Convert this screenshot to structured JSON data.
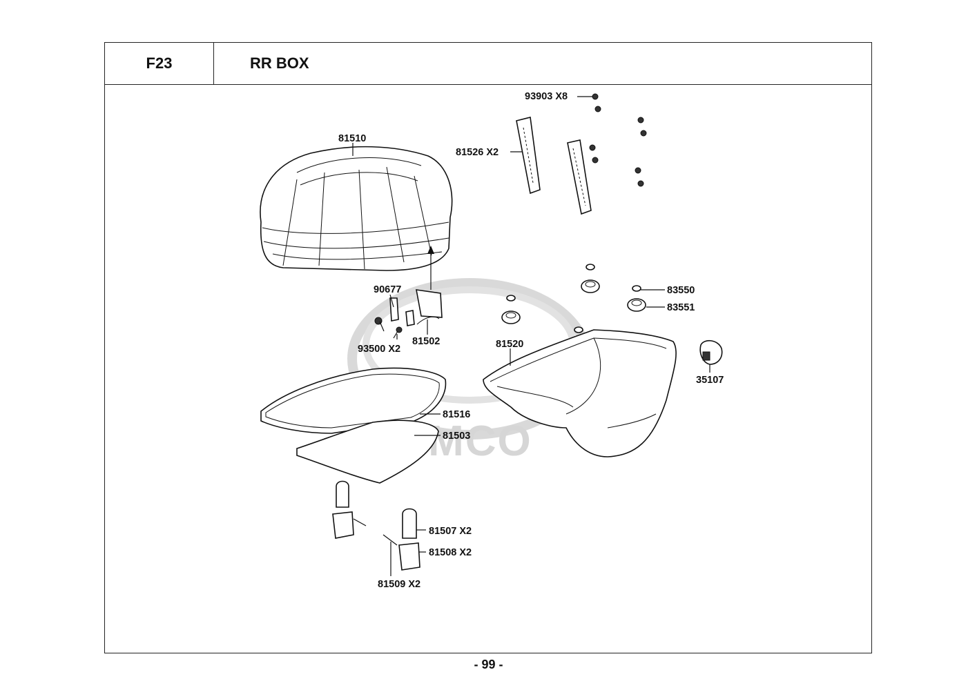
{
  "header": {
    "code": "F23",
    "title": "RR BOX"
  },
  "watermark": {
    "text": "KYMCO",
    "color": "#d6d6d6"
  },
  "labels": {
    "p93903": "93903 X8",
    "p81526": "81526 X2",
    "p81510": "81510",
    "p90677": "90677",
    "p93500": "93500 X2",
    "p81502": "81502",
    "p83550": "83550",
    "p83551": "83551",
    "p81520": "81520",
    "p35107": "35107",
    "p81516": "81516",
    "p81503": "81503",
    "p81507": "81507 X2",
    "p81508": "81508 X2",
    "p81509": "81509 X2"
  },
  "footer": {
    "page": "- 99 -"
  }
}
